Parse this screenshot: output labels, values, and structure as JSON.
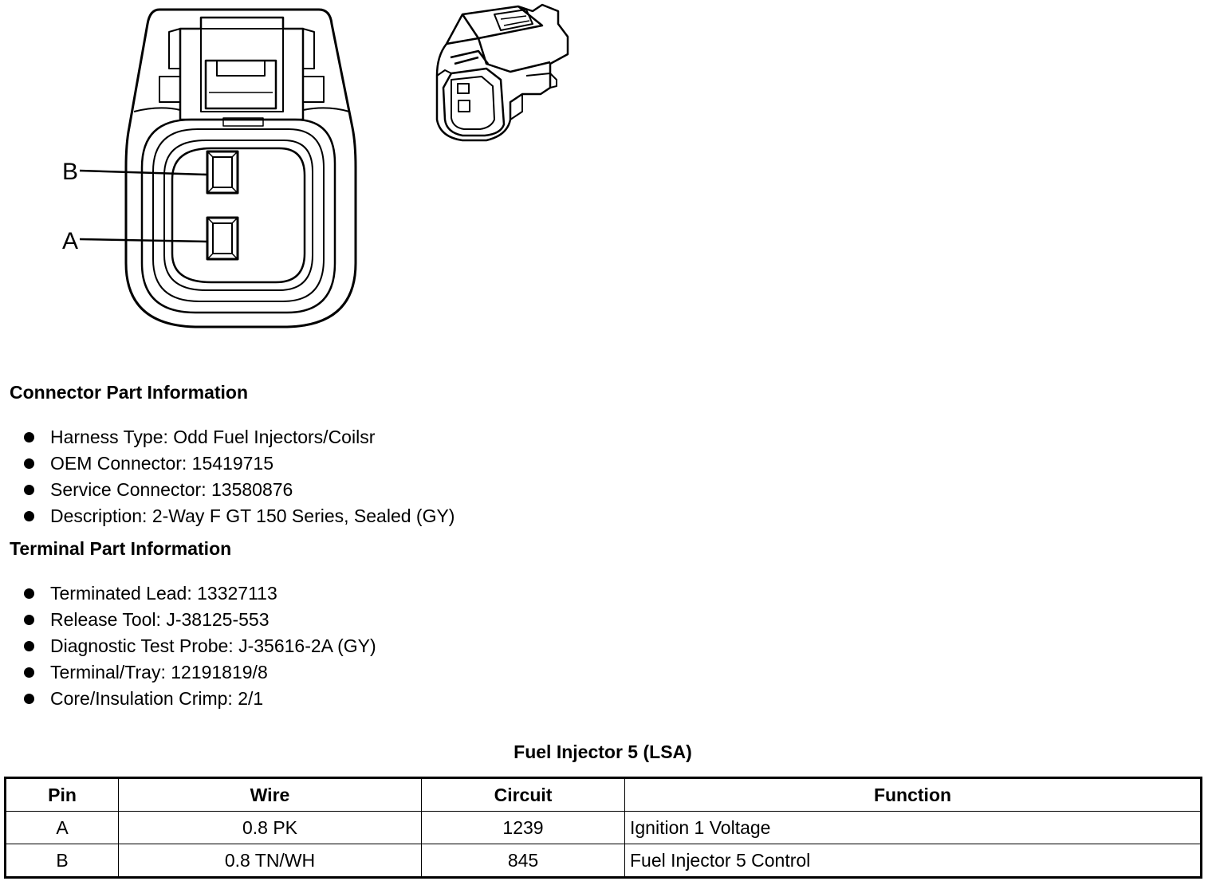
{
  "diagram": {
    "pin_labels": [
      "B",
      "A"
    ]
  },
  "connector_info": {
    "heading": "Connector Part Information",
    "items": [
      "Harness Type: Odd Fuel Injectors/Coilsr",
      "OEM Connector: 15419715",
      "Service Connector: 13580876",
      "Description: 2-Way F GT 150 Series, Sealed (GY)"
    ]
  },
  "terminal_info": {
    "heading": "Terminal Part Information",
    "items": [
      "Terminated Lead: 13327113",
      "Release Tool: J-38125-553",
      "Diagnostic Test Probe: J-35616-2A (GY)",
      "Terminal/Tray: 12191819/8",
      "Core/Insulation Crimp: 2/1"
    ]
  },
  "pin_table": {
    "title": "Fuel Injector 5 (LSA)",
    "headers": [
      "Pin",
      "Wire",
      "Circuit",
      "Function"
    ],
    "rows": [
      [
        "A",
        "0.8 PK",
        "1239",
        "Ignition 1 Voltage"
      ],
      [
        "B",
        "0.8 TN/WH",
        "845",
        "Fuel Injector 5 Control"
      ]
    ]
  }
}
